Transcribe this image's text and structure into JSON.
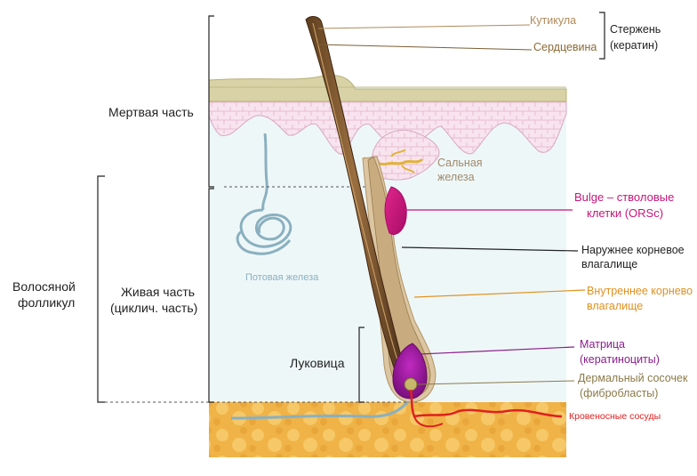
{
  "title": "",
  "colors": {
    "cuticle": "#b08a5a",
    "medulla": "#7a5f35",
    "shaft_bracket": "#222222",
    "bulge": "#c8147a",
    "outer_sheath": "#222222",
    "inner_sheath": "#e0901e",
    "matrix": "#8a1e8a",
    "papilla": "#8a7a4a",
    "sebaceous": "#a08a6a",
    "sweat_gland": "#8ab0c0",
    "blood": "#e02020",
    "fat": "#efb24a",
    "dermis": "#eef7f8"
  },
  "labels": {
    "shaft": {
      "cuticle": "Кутикула",
      "medulla": "Сердцевина",
      "name": "Стержень",
      "keratin": "(кератин)"
    },
    "left": {
      "dead_part": "Мертвая часть",
      "follicle_line1": "Волосяной",
      "follicle_line2": "фолликул",
      "live_line1": "Живая часть",
      "live_line2": "(циклич. часть)",
      "bulb": "Луковица"
    },
    "sebaceous_line1": "Сальная",
    "sebaceous_line2": "железа",
    "bulge_line1": "Bulge – стволовые",
    "bulge_line2": "клетки (ORSc)",
    "outer_line1": "Наружнее корневое",
    "outer_line2": "влагалище",
    "inner_line1": "Внутреннее корнево",
    "inner_line2": "влагалище",
    "matrix_line1": "Матрица",
    "matrix_line2": "(кератиноциты)",
    "papilla_line1": "Дермальный сосочек",
    "papilla_line2": "(фибробласты)",
    "sweat_gland": "Потовая железа",
    "blood_vessels": "Кровеносные сосуды"
  }
}
